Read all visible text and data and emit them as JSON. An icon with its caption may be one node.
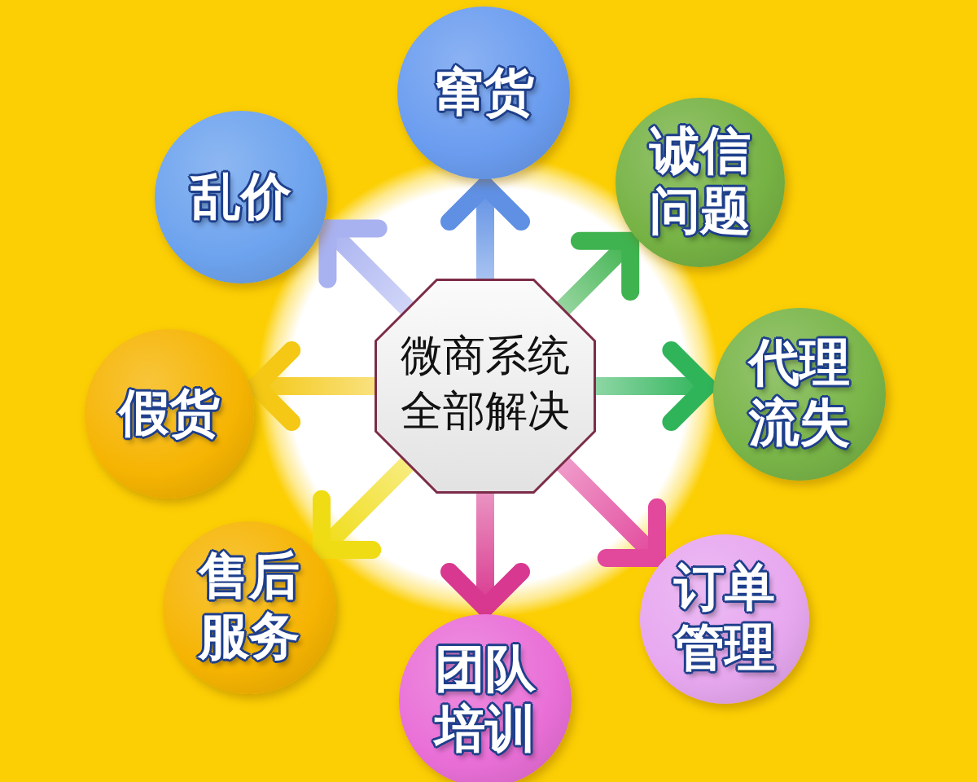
{
  "diagram": {
    "nodes": [
      {
        "text": [
          "微商系统全部解决"
        ]
      },
      {
        "text": [
          "窜货"
        ]
      },
      {
        "text": [
          "诚信问题"
        ]
      },
      {
        "text": [
          "代理流失"
        ]
      },
      {
        "text": [
          "订单管理"
        ]
      },
      {
        "text": [
          "团队培训"
        ]
      },
      {
        "text": [
          "售后服务"
        ]
      },
      {
        "text": [
          "假货"
        ]
      },
      {
        "text": [
          "乱价"
        ]
      }
    ],
    "edges": [
      {
        "from": 0,
        "to": 1,
        "arrow": "to",
        "color": "#5f90e4"
      },
      {
        "from": 0,
        "to": 2,
        "arrow": "to",
        "color": "#3fb34f"
      },
      {
        "from": 0,
        "to": 3,
        "arrow": "to",
        "color": "#2fb45a"
      },
      {
        "from": 0,
        "to": 4,
        "arrow": "to",
        "color": "#e2489c"
      },
      {
        "from": 0,
        "to": 5,
        "arrow": "to",
        "color": "#d8388f"
      },
      {
        "from": 0,
        "to": 6,
        "arrow": "to",
        "color": "#f0dc14"
      },
      {
        "from": 0,
        "to": 7,
        "arrow": "to",
        "color": "#f4c814"
      },
      {
        "from": 0,
        "to": 8,
        "arrow": "to",
        "color": "#a9b2f0"
      }
    ]
  }
}
